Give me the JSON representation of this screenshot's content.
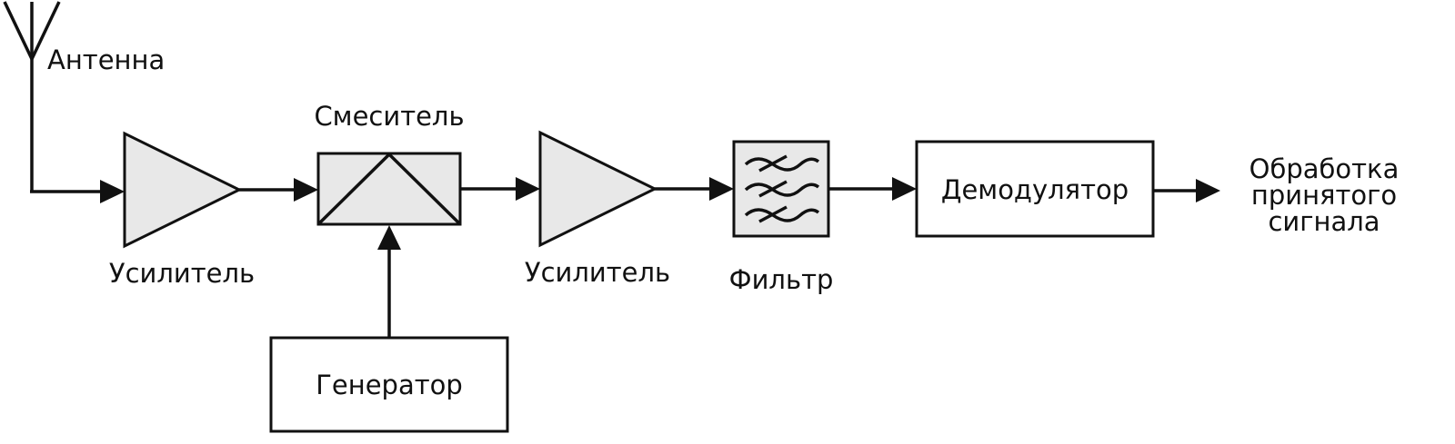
{
  "labels": {
    "antenna": "Антенна",
    "amplifier_1": "Усилитель",
    "mixer": "Смеситель",
    "amplifier_2": "Усилитель",
    "filter": "Фильтр",
    "generator": "Генератор",
    "demodulator": "Демодулятор",
    "output_line1": "Обработка",
    "output_line2": "принятого",
    "output_line3": "сигнала"
  },
  "colors": {
    "stroke": "#111111",
    "block_fill": "#e8e8e8",
    "box_fill": "#ffffff"
  }
}
